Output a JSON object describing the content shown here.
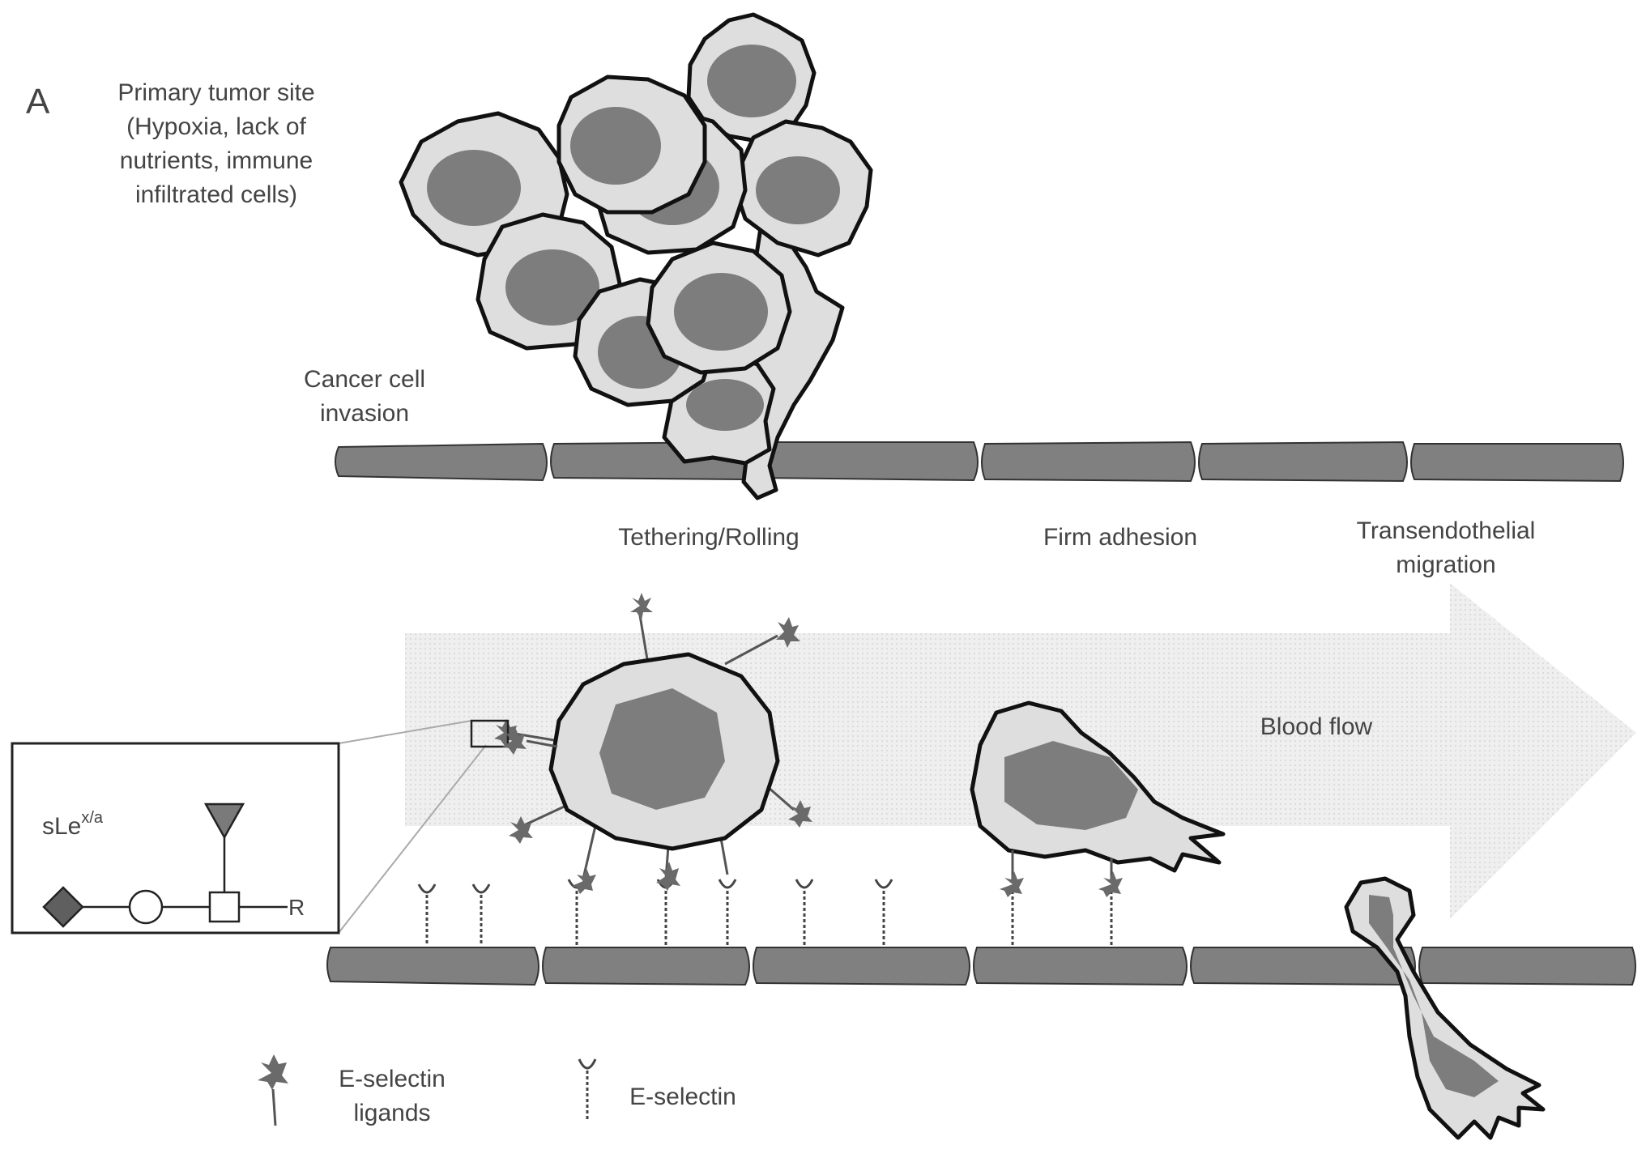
{
  "panel": {
    "letter": "A"
  },
  "labels": {
    "primary_tumor": [
      "Primary tumor site",
      "(Hypoxia, lack of",
      "nutrients, immune",
      "infiltrated cells)"
    ],
    "invasion": [
      "Cancer cell",
      "invasion"
    ],
    "tethering": "Tethering/Rolling",
    "firm_adhesion": "Firm adhesion",
    "transendothelial": [
      "Transendothelial",
      "migration"
    ],
    "blood_flow": "Blood flow"
  },
  "inset": {
    "title_base": "sLe",
    "title_sup": "x/a",
    "r_label": "R"
  },
  "legend": {
    "ligands": [
      "E-selectin",
      "ligands"
    ],
    "selectin": "E-selectin"
  },
  "colors": {
    "cell_fill": "#dedede",
    "nucleus": "#7d7d7d",
    "endothelium": "#808080",
    "outline": "#111111",
    "arrow": "#ececec"
  }
}
